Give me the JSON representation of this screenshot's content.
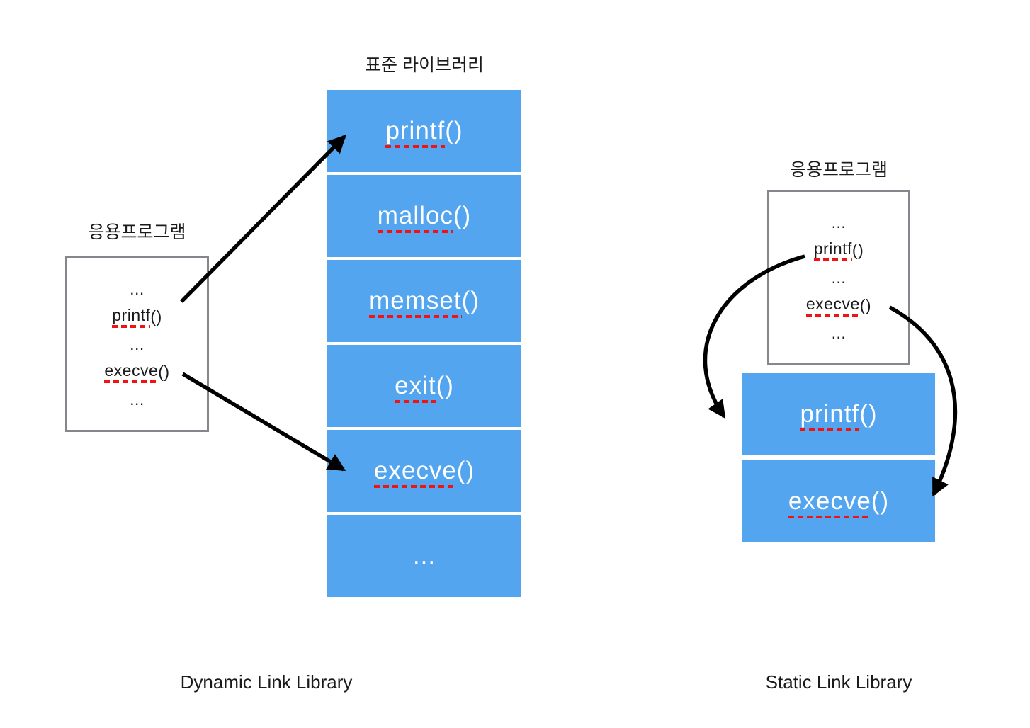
{
  "dynamic_section": {
    "app": {
      "title": "응용프로그램",
      "lines": [
        "...",
        "printf()",
        "...",
        "execve()",
        "..."
      ]
    },
    "library": {
      "title": "표준 라이브러리",
      "cells": [
        "printf()",
        "malloc()",
        "memset()",
        "exit()",
        "execve()",
        "..."
      ]
    },
    "caption": "Dynamic Link Library"
  },
  "static_section": {
    "app": {
      "title": "응용프로그램",
      "lines": [
        "...",
        "printf()",
        "...",
        "execve()",
        "..."
      ]
    },
    "library_cells": [
      "printf()",
      "execve()"
    ],
    "caption": "Static Link Library"
  },
  "colors": {
    "cell_blue": "#54a5f0",
    "border_gray": "#85878c",
    "underline_red": "#f11212",
    "arrow": "#000000",
    "cell_text": "#ffffff",
    "text": "#1a1a1a"
  }
}
